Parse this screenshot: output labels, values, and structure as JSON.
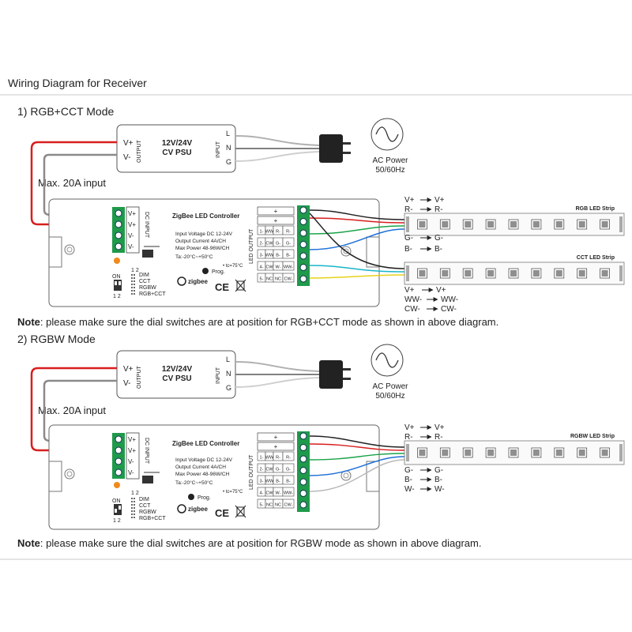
{
  "page_title": "Wiring Diagram for Receiver",
  "modes": [
    {
      "heading": "1) RGB+CCT Mode",
      "max_input": "Max. 20A input",
      "psu": {
        "output_label": "OUTPUT",
        "input_label": "INPUT",
        "pos": "V+",
        "neg": "V-",
        "title_line1": "12V/24V",
        "title_line2": "CV PSU",
        "term_l": "L",
        "term_n": "N",
        "term_g": "G"
      },
      "ac": {
        "line1": "AC Power",
        "line2": "50/60Hz"
      },
      "controller": {
        "title": "ZigBee LED Controller",
        "dc_input": "DC INPUT",
        "led_output": "LED OUTPUT",
        "spec1": "Input Voltage DC 12-24V",
        "spec2": "Output Current 4A/CH",
        "spec3": "Max Power 48-96W/CH",
        "spec4": "Ta:-20°C~+50°C",
        "tc": "• tc=75°C",
        "prog": "Prog.",
        "zigbee": "zigbee",
        "ce": "CE",
        "in_terms": [
          "V+",
          "V+",
          "V-",
          "V-"
        ],
        "plus1": "+",
        "plus2": "+",
        "out_rows": [
          [
            "1-",
            "WW",
            "R-",
            "R-"
          ],
          [
            "2-",
            "CW",
            "G-",
            "G-"
          ],
          [
            "3-",
            "WW",
            "B-",
            "B-"
          ],
          [
            "4-",
            "CW",
            "W-",
            "WW-"
          ],
          [
            "5-",
            "NC",
            "NC",
            "CW-"
          ]
        ],
        "dial_on": "ON",
        "dial_nums": "1 2",
        "dial_nums_bottom": "1 2",
        "dial_modes": [
          "DIM",
          "CCT",
          "RGBW",
          "RGB+CCT"
        ]
      },
      "strips": [
        {
          "title": "RGB LED Strip",
          "labels_top": [
            [
              "V+",
              "V+"
            ],
            [
              "R-",
              "R-"
            ]
          ],
          "labels_bottom": [
            [
              "G-",
              "G-"
            ],
            [
              "B-",
              "B-"
            ]
          ]
        },
        {
          "title": "CCT LED Strip",
          "labels_top": [],
          "labels_bottom": [
            [
              "V+",
              "V+"
            ],
            [
              "WW-",
              "WW-"
            ],
            [
              "CW-",
              "CW-"
            ]
          ]
        }
      ],
      "note_bold": "Note",
      "note_text": ": please make sure the dial switches are at position for RGB+CCT mode as shown in above diagram."
    },
    {
      "heading": "2) RGBW Mode",
      "max_input": "Max. 20A input",
      "psu": {
        "output_label": "OUTPUT",
        "input_label": "INPUT",
        "pos": "V+",
        "neg": "V-",
        "title_line1": "12V/24V",
        "title_line2": "CV PSU",
        "term_l": "L",
        "term_n": "N",
        "term_g": "G"
      },
      "ac": {
        "line1": "AC Power",
        "line2": "50/60Hz"
      },
      "controller": {
        "title": "ZigBee LED Controller",
        "dc_input": "DC INPUT",
        "led_output": "LED OUTPUT",
        "spec1": "Input Voltage DC 12-24V",
        "spec2": "Output Current 4A/CH",
        "spec3": "Max Power 48-96W/CH",
        "spec4": "Ta:-20°C~+50°C",
        "tc": "• tc=75°C",
        "prog": "Prog.",
        "zigbee": "zigbee",
        "ce": "CE",
        "in_terms": [
          "V+",
          "V+",
          "V-",
          "V-"
        ],
        "plus1": "+",
        "plus2": "+",
        "out_rows": [
          [
            "1-",
            "WW",
            "R-",
            "R-"
          ],
          [
            "2-",
            "CW",
            "G-",
            "G-"
          ],
          [
            "3-",
            "WW",
            "B-",
            "B-"
          ],
          [
            "4-",
            "CW",
            "W-",
            "WW-"
          ],
          [
            "5-",
            "NC",
            "NC",
            "CW-"
          ]
        ],
        "dial_on": "ON",
        "dial_nums": "1 2",
        "dial_nums_bottom": "1 2",
        "dial_modes": [
          "DIM",
          "CCT",
          "RGBW",
          "RGB+CCT"
        ]
      },
      "strips": [
        {
          "title": "RGBW LED Strip",
          "labels_top": [
            [
              "V+",
              "V+"
            ],
            [
              "R-",
              "R-"
            ]
          ],
          "labels_bottom": [
            [
              "G-",
              "G-"
            ],
            [
              "B-",
              "B-"
            ],
            [
              "W-",
              "W-"
            ]
          ]
        }
      ],
      "note_bold": "Note",
      "note_text": ": please make sure the dial switches are at position for RGBW mode as shown in above diagram."
    }
  ],
  "colors": {
    "wire_red": "#d81e1e",
    "wire_black": "#222222",
    "wire_green": "#1aa34a",
    "wire_blue": "#1e6fd8",
    "wire_cyan": "#19b5c8",
    "wire_yellow": "#e8d21a",
    "wire_gray": "#a0a0a0",
    "terminal_green": "#1f9a4a",
    "dot_orange": "#f08a1c"
  }
}
